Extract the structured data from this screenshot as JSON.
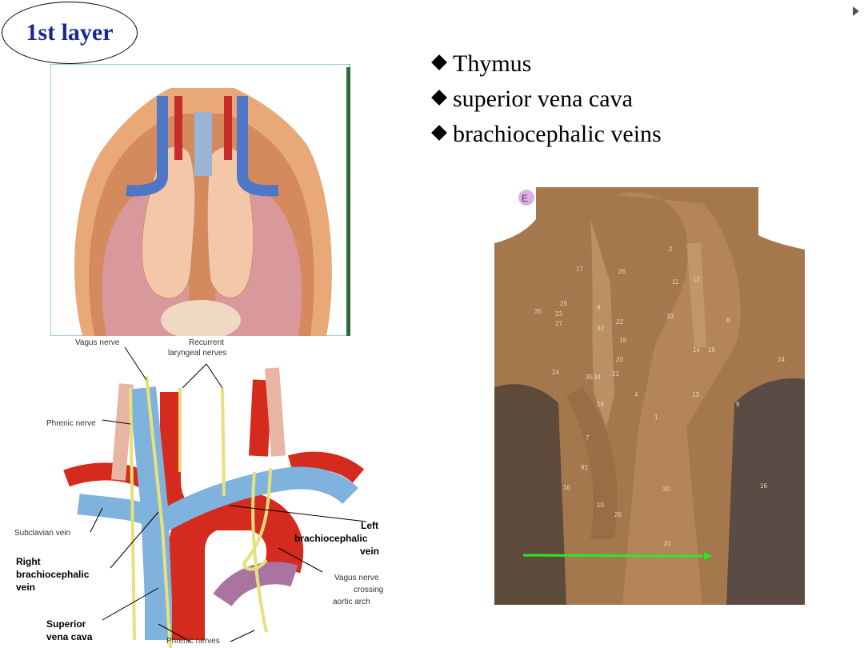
{
  "slide": {
    "title": "1st layer",
    "bullets": [
      "Thymus",
      "superior vena cava",
      "brachiocephalic veins"
    ]
  },
  "diagram": {
    "labels": {
      "vagus_top": "Vagus nerve",
      "recurrent_1": "Recurrent",
      "recurrent_2": "laryngeal nerves",
      "phrenic": "Phrenic nerve",
      "subclavian": "Subclavian vein",
      "right_brachio_1": "Right",
      "right_brachio_2": "brachiocephalic",
      "right_brachio_3": "vein",
      "left_brachio_1": "Left",
      "left_brachio_2": "brachiocephalic",
      "left_brachio_3": "vein",
      "vagus_cross_1": "Vagus nerve",
      "vagus_cross_2": "crossing",
      "vagus_cross_3": "aortic arch",
      "svc_1": "Superior",
      "svc_2": "vena cava",
      "phrenic_nerves": "Phrenic nerves"
    }
  },
  "photo": {
    "panel_letter": "E",
    "numbers": [
      {
        "t": "2"
      },
      {
        "t": "17"
      },
      {
        "t": "26"
      },
      {
        "t": "11"
      },
      {
        "t": "12"
      },
      {
        "t": "25"
      },
      {
        "t": "35"
      },
      {
        "t": "23"
      },
      {
        "t": "9"
      },
      {
        "t": "27"
      },
      {
        "t": "32"
      },
      {
        "t": "22"
      },
      {
        "t": "33"
      },
      {
        "t": "8"
      },
      {
        "t": "19"
      },
      {
        "t": "14"
      },
      {
        "t": "16"
      },
      {
        "t": "20"
      },
      {
        "t": "24"
      },
      {
        "t": "35"
      },
      {
        "t": "34"
      },
      {
        "t": "21"
      },
      {
        "t": "4"
      },
      {
        "t": "13"
      },
      {
        "t": "18"
      },
      {
        "t": "9"
      },
      {
        "t": "1"
      },
      {
        "t": "7"
      },
      {
        "t": "91"
      },
      {
        "t": "16"
      },
      {
        "t": "30"
      },
      {
        "t": "16"
      },
      {
        "t": "10"
      },
      {
        "t": "26"
      },
      {
        "t": "31"
      },
      {
        "t": "24"
      }
    ]
  },
  "colors": {
    "title_text": "#1a2a8c",
    "vein_blue": "#7fb2dc",
    "artery_red": "#d52a1e",
    "nerve_yellow": "#e8e07a",
    "arrow_green": "#22ee22",
    "frame_green": "#2f6b3a"
  }
}
